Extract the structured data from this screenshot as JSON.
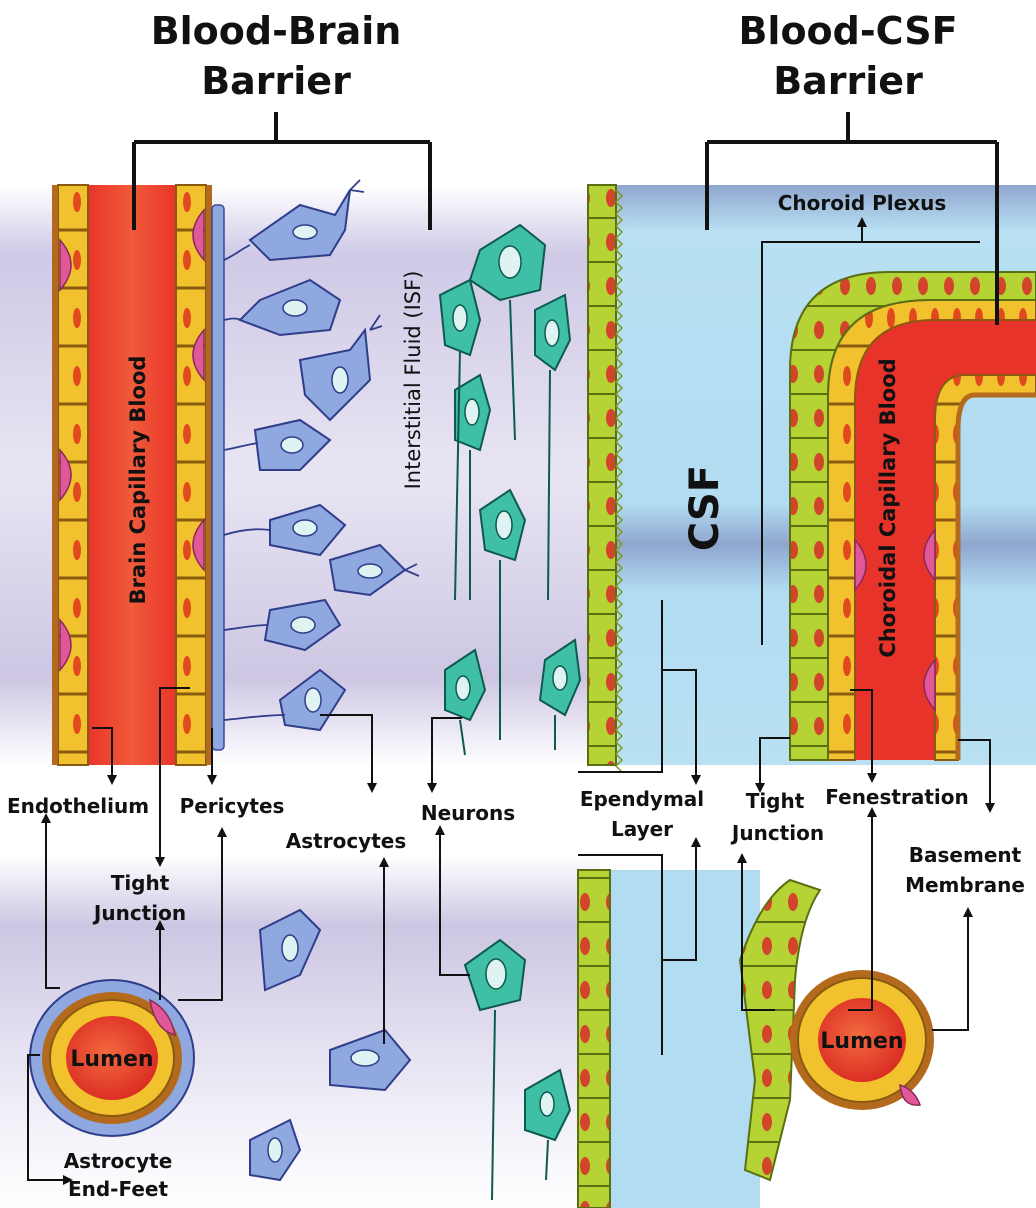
{
  "headers": {
    "bbb_line1": "Blood-Brain",
    "bbb_line2": "Barrier",
    "bcsf_line1": "Blood-CSF",
    "bcsf_line2": "Barrier"
  },
  "regions": {
    "brain_capillary_blood": "Brain Capillary Blood",
    "interstitial_fluid": "Interstitial Fluid (ISF)",
    "csf": "CSF",
    "choroidal_capillary_blood": "Choroidal Capillary Blood",
    "choroid_plexus": "Choroid Plexus"
  },
  "labels": {
    "endothelium": "Endothelium",
    "pericytes": "Pericytes",
    "astrocytes": "Astrocytes",
    "neurons": "Neurons",
    "ependymal_line1": "Ependymal",
    "ependymal_line2": "Layer",
    "tight_junction_right_line1": "Tight",
    "tight_junction_right_line2": "Junction",
    "fenestration": "Fenestration",
    "basement_line1": "Basement",
    "basement_line2": "Membrane",
    "tight_junction_left_line1": "Tight",
    "tight_junction_left_line2": "Junction",
    "astrocyte_endfeet_line1": "Astrocyte",
    "astrocyte_endfeet_line2": "End-Feet",
    "lumen_left": "Lumen",
    "lumen_right": "Lumen"
  },
  "colors": {
    "blood_red": "#e8332a",
    "endothelial_yellow": "#f2c12e",
    "pericyte_pink": "#e0589a",
    "astrocyte_blue": "#8fa8e0",
    "neuron_teal": "#3fbfa5",
    "ependymal_green": "#b5d334",
    "csf_blue": "#a8d8f0",
    "tissue_lavender": "#b8b0d8"
  },
  "icons": [
    "arrow-icon"
  ]
}
